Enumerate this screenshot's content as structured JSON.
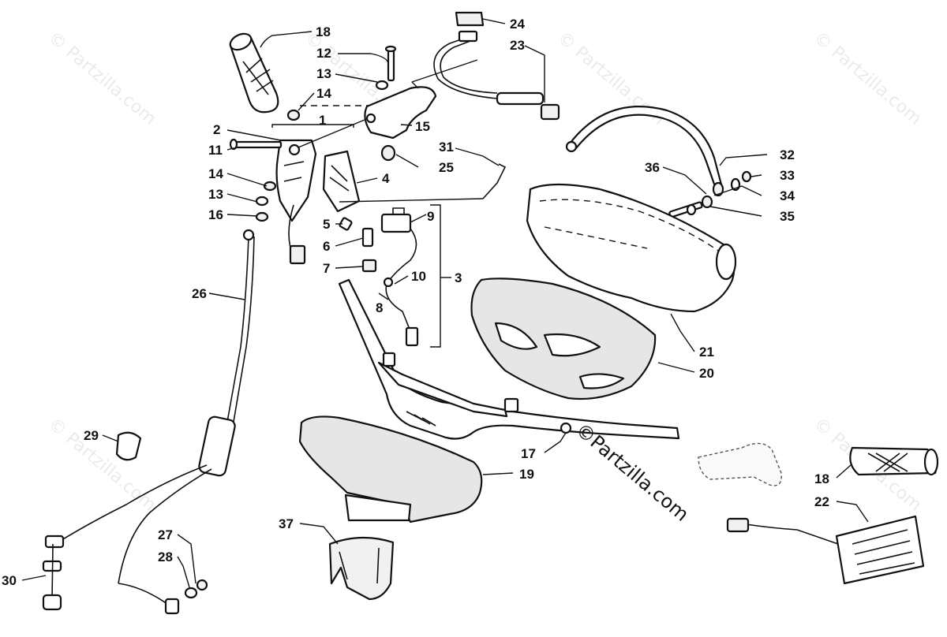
{
  "watermarks": {
    "site": "© Partzilla.com",
    "main": "©Partzilla.com"
  },
  "callouts": [
    {
      "id": "c1",
      "text": "1"
    },
    {
      "id": "c2",
      "text": "2"
    },
    {
      "id": "c3",
      "text": "3"
    },
    {
      "id": "c4",
      "text": "4"
    },
    {
      "id": "c5",
      "text": "5"
    },
    {
      "id": "c6",
      "text": "6"
    },
    {
      "id": "c7",
      "text": "7"
    },
    {
      "id": "c8",
      "text": "8"
    },
    {
      "id": "c9",
      "text": "9"
    },
    {
      "id": "c10",
      "text": "10"
    },
    {
      "id": "c11",
      "text": "11"
    },
    {
      "id": "c12",
      "text": "12"
    },
    {
      "id": "c13a",
      "text": "13"
    },
    {
      "id": "c13b",
      "text": "13"
    },
    {
      "id": "c14a",
      "text": "14"
    },
    {
      "id": "c14b",
      "text": "14"
    },
    {
      "id": "c15",
      "text": "15"
    },
    {
      "id": "c16",
      "text": "16"
    },
    {
      "id": "c17",
      "text": "17"
    },
    {
      "id": "c18a",
      "text": "18"
    },
    {
      "id": "c18b",
      "text": "18"
    },
    {
      "id": "c19",
      "text": "19"
    },
    {
      "id": "c20",
      "text": "20"
    },
    {
      "id": "c21",
      "text": "21"
    },
    {
      "id": "c22",
      "text": "22"
    },
    {
      "id": "c23",
      "text": "23"
    },
    {
      "id": "c24",
      "text": "24"
    },
    {
      "id": "c25",
      "text": "25"
    },
    {
      "id": "c26",
      "text": "26"
    },
    {
      "id": "c27",
      "text": "27"
    },
    {
      "id": "c28",
      "text": "28"
    },
    {
      "id": "c29",
      "text": "29"
    },
    {
      "id": "c30",
      "text": "30"
    },
    {
      "id": "c31",
      "text": "31"
    },
    {
      "id": "c32",
      "text": "32"
    },
    {
      "id": "c33",
      "text": "33"
    },
    {
      "id": "c34",
      "text": "34"
    },
    {
      "id": "c35",
      "text": "35"
    },
    {
      "id": "c36",
      "text": "36"
    },
    {
      "id": "c37",
      "text": "37"
    }
  ]
}
